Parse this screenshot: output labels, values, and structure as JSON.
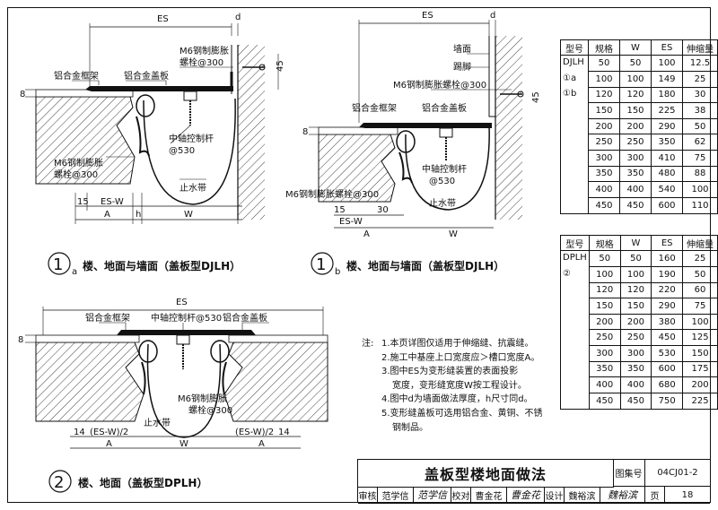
{
  "detail_1a": {
    "dim_es": "ES",
    "dim_d": "d",
    "dim_45": "45",
    "dim_8": "8",
    "dim_15": "15",
    "dim_es_w": "ES-W",
    "dim_a": "A",
    "dim_h": "h",
    "dim_w": "W",
    "label_bolt_top": "M6钢制膨胀",
    "label_bolt_top2": "螺栓@300",
    "label_frame": "铝合金框架",
    "label_cover": "铝合金盖板",
    "label_rod": "中轴控制杆",
    "label_rod2": "@530",
    "label_bolt_bottom": "M6钢制膨胀",
    "label_bolt_bottom2": "螺栓@300",
    "label_waterstop": "止水带",
    "caption_num": "1",
    "caption_sub": "a",
    "caption_text": "楼、地面与墙面（盖板型DJLH）"
  },
  "detail_1b": {
    "dim_es": "ES",
    "dim_d": "d",
    "dim_45": "45",
    "dim_8": "8",
    "dim_15": "15",
    "dim_30": "30",
    "dim_es_w": "ES-W",
    "dim_a": "A",
    "dim_w": "W",
    "label_wall": "墙面",
    "label_skirting": "踢脚",
    "label_bolt_top": "M6钢制膨胀螺栓@300",
    "label_frame": "铝合金框架",
    "label_cover": "铝合金盖板",
    "label_rod": "中轴控制杆",
    "label_rod2": "@530",
    "label_bolt_bottom": "M6钢制膨胀螺栓@300",
    "label_waterstop": "止水带",
    "caption_num": "1",
    "caption_sub": "b",
    "caption_text": "楼、地面与墙面（盖板型DJLH）"
  },
  "detail_2": {
    "dim_es": "ES",
    "dim_8": "8",
    "dim_14_left": "14",
    "dim_14_right": "14",
    "dim_half_left": "(ES-W)/2",
    "dim_half_right": "(ES-W)/2",
    "dim_a_left": "A",
    "dim_a_right": "A",
    "dim_w": "W",
    "label_frame": "铝合金框架",
    "label_rod": "中轴控制杆@530",
    "label_cover": "铝合金盖板",
    "label_bolt": "M6钢制膨胀",
    "label_bolt2": "螺栓@300",
    "label_waterstop": "止水带",
    "caption_num": "2",
    "caption_text": "楼、地面（盖板型DPLH）"
  },
  "table_djlh": {
    "headers": [
      "型号",
      "规格",
      "W",
      "ES",
      "伸缩量"
    ],
    "type_lines": [
      "DJLH",
      "①a",
      "①b"
    ],
    "rows": [
      [
        "50",
        "50",
        "100",
        "12.5"
      ],
      [
        "100",
        "100",
        "149",
        "25"
      ],
      [
        "120",
        "120",
        "180",
        "30"
      ],
      [
        "150",
        "150",
        "225",
        "38"
      ],
      [
        "200",
        "200",
        "290",
        "50"
      ],
      [
        "250",
        "250",
        "350",
        "62"
      ],
      [
        "300",
        "300",
        "410",
        "75"
      ],
      [
        "350",
        "350",
        "480",
        "88"
      ],
      [
        "400",
        "400",
        "540",
        "100"
      ],
      [
        "450",
        "450",
        "600",
        "110"
      ]
    ]
  },
  "table_dplh": {
    "headers": [
      "型号",
      "规格",
      "W",
      "ES",
      "伸缩量"
    ],
    "type_lines": [
      "DPLH",
      "②"
    ],
    "rows": [
      [
        "50",
        "50",
        "160",
        "25"
      ],
      [
        "100",
        "100",
        "190",
        "50"
      ],
      [
        "120",
        "120",
        "220",
        "60"
      ],
      [
        "150",
        "150",
        "290",
        "75"
      ],
      [
        "200",
        "200",
        "380",
        "100"
      ],
      [
        "250",
        "250",
        "450",
        "125"
      ],
      [
        "300",
        "300",
        "530",
        "150"
      ],
      [
        "350",
        "350",
        "600",
        "175"
      ],
      [
        "400",
        "400",
        "680",
        "200"
      ],
      [
        "450",
        "450",
        "750",
        "225"
      ]
    ]
  },
  "notes": {
    "prefix": "注:",
    "items": [
      "1.本页详图仅适用于伸缩缝、抗震缝。",
      "2.施工中基座上口宽度应＞槽口宽度A。",
      "3.图中ES为变形缝装置的表面投影",
      "宽度，变形缝宽度W按工程设计。",
      "4.图中d为墙面做法厚度，h尺寸同d。",
      "5.变形缝盖板可选用铝合金、黄铜、不锈",
      "钢制品。"
    ]
  },
  "title_block": {
    "title": "盖板型楼地面做法",
    "atlas_label": "图集号",
    "atlas_no": "04CJ01-2",
    "review_label": "审核",
    "reviewer": "范学信",
    "reviewer_sig": "范学信",
    "check_label": "校对",
    "checker": "曹金花",
    "checker_sig": "曹金花",
    "design_label": "设计",
    "designer": "魏裕滨",
    "designer_sig": "魏裕滨",
    "page_label": "页",
    "page_no": "18"
  }
}
